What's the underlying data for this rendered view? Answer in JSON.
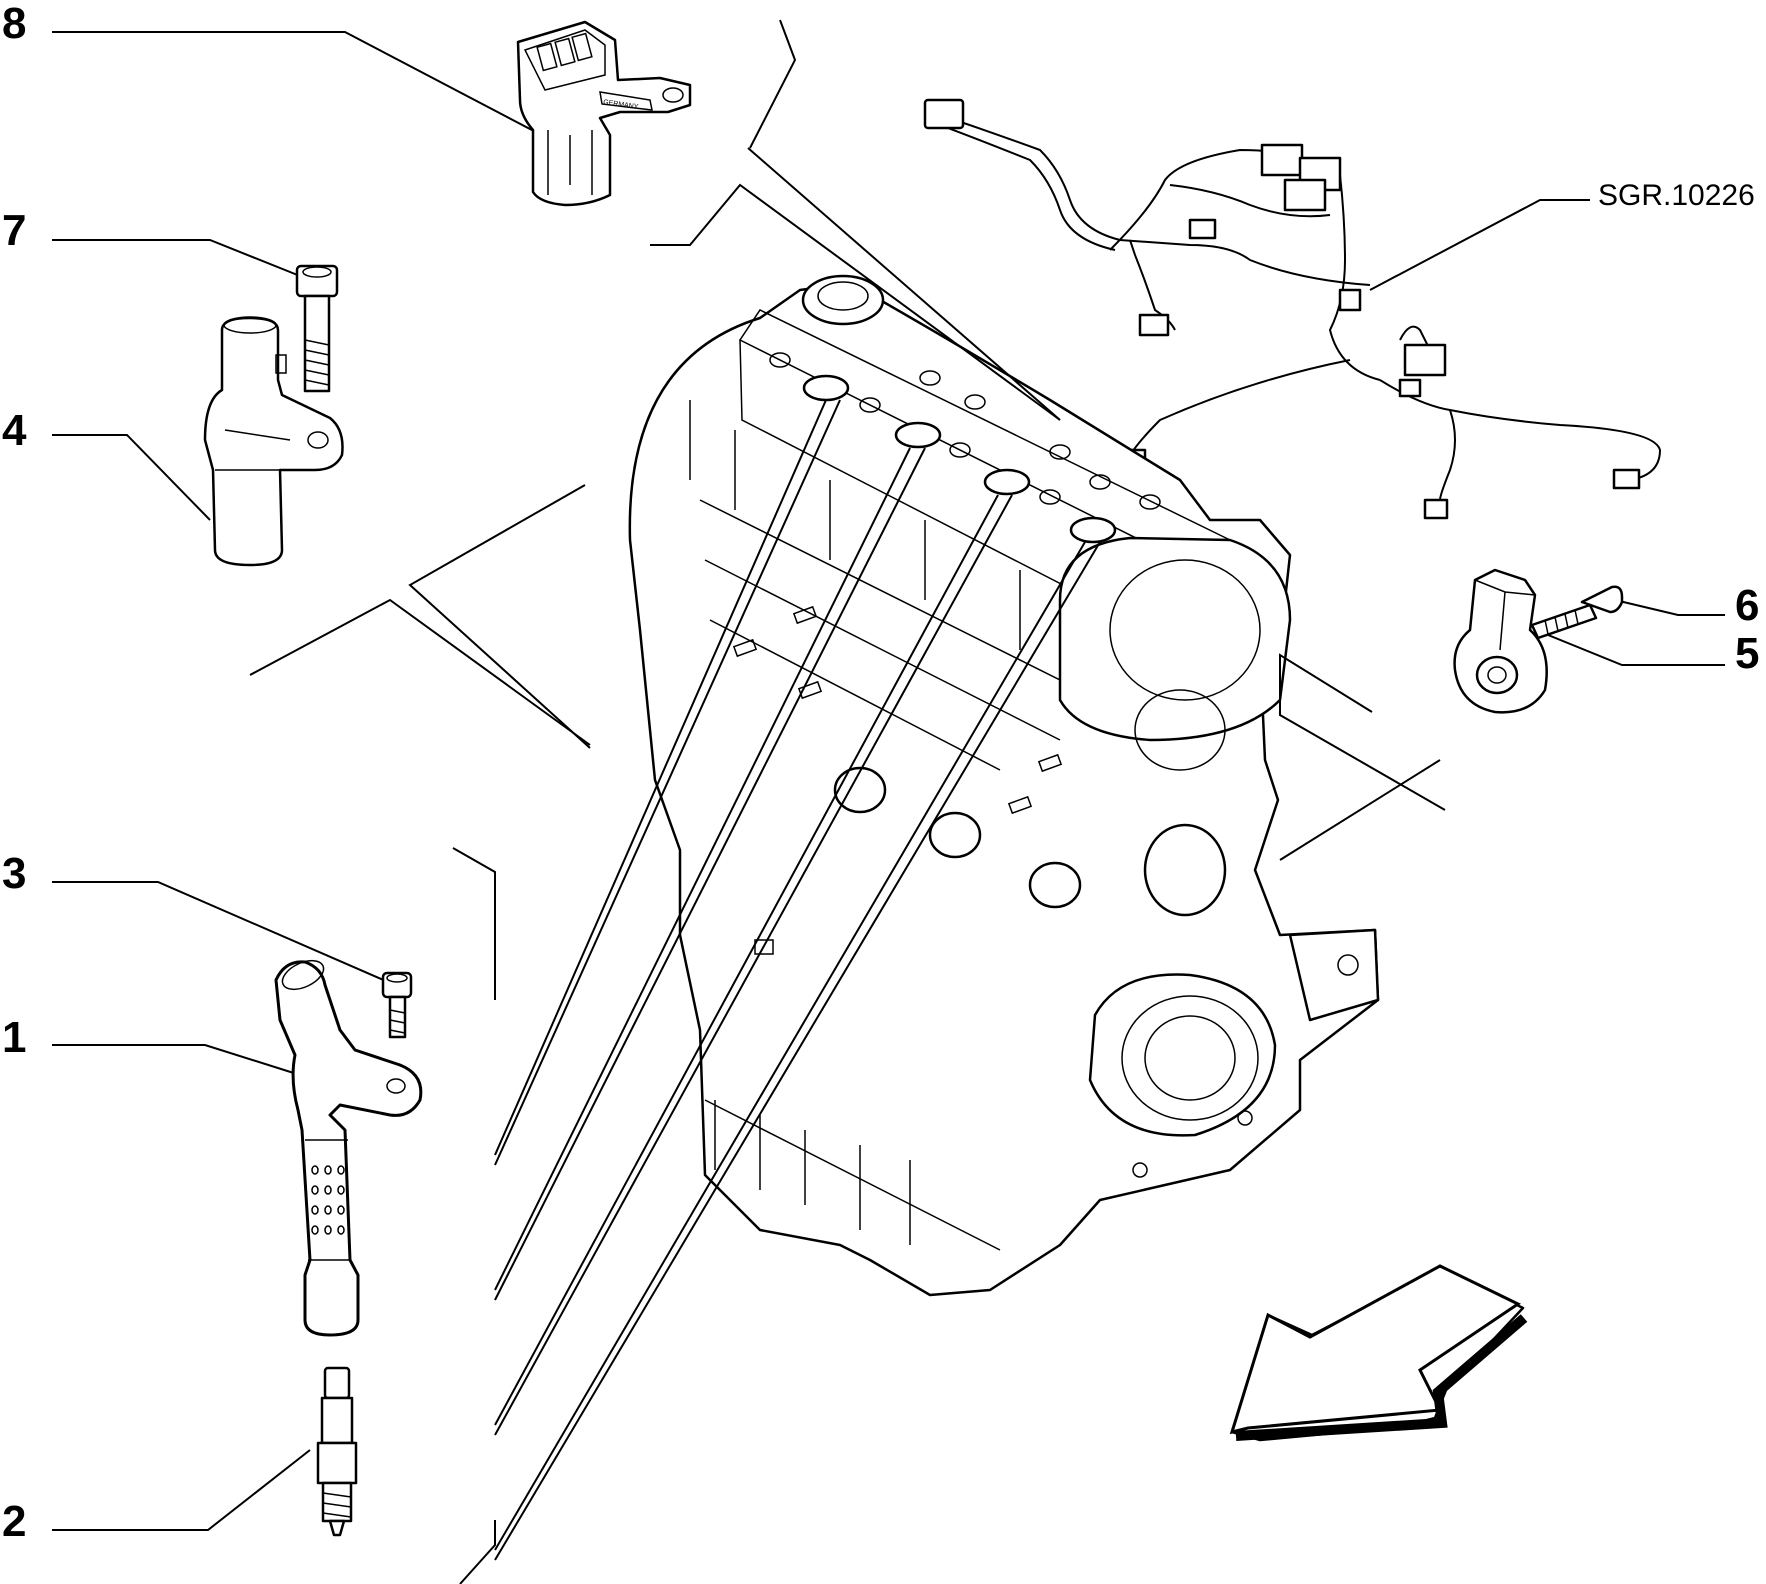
{
  "diagram": {
    "reference_code": "SGR.10226",
    "callouts": [
      {
        "id": "p1",
        "label": "1"
      },
      {
        "id": "p2",
        "label": "2"
      },
      {
        "id": "p3",
        "label": "3"
      },
      {
        "id": "p4",
        "label": "4"
      },
      {
        "id": "p5",
        "label": "5"
      },
      {
        "id": "p6",
        "label": "6"
      },
      {
        "id": "p7",
        "label": "7"
      },
      {
        "id": "p8",
        "label": "8"
      }
    ],
    "sensor_label": "GERMANY"
  }
}
